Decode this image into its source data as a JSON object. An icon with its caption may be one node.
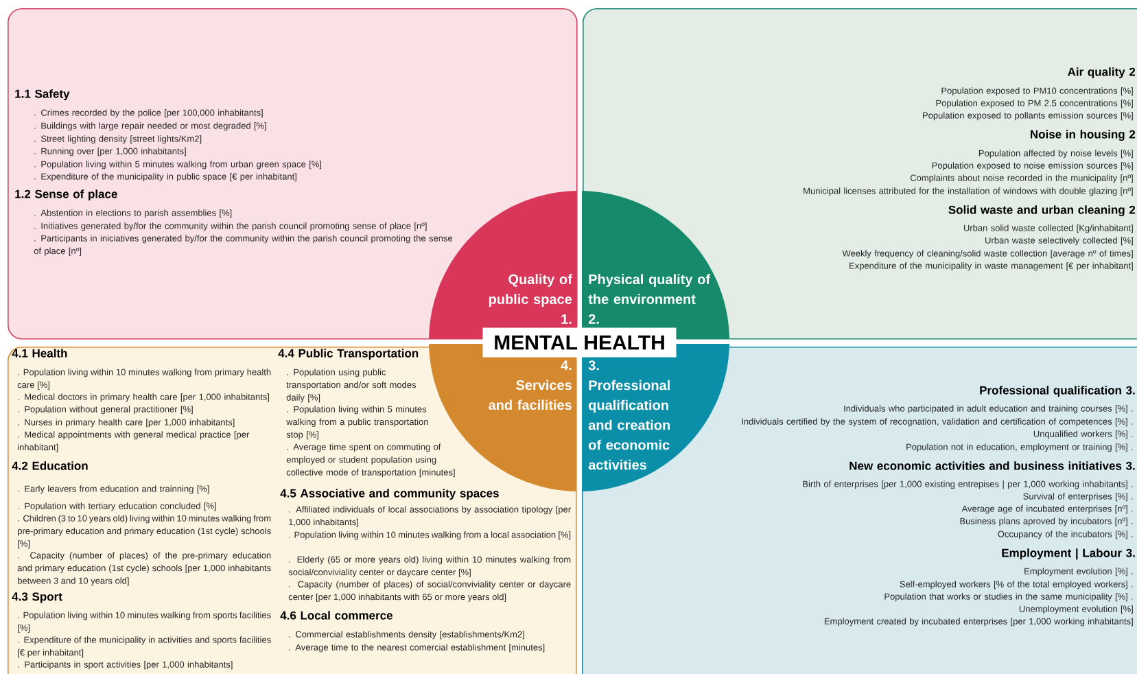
{
  "diagram": {
    "nodes": [
      {
        "text": [
          "1.1 Safety",
          ". Crimes recorded by the police [per 100,000 inhabitants]",
          ". Buildings with large repair needed or most degraded [%]",
          ". Street lighting density [street lights/Km2]",
          ". Running over [per 1,000 inhabitants]",
          ". Population living within 5 minutes walking from urban green space [%]",
          ". Expenditure of the municipality in public space [€ per inhabitant]",
          "1.2 Sense of place",
          ". Abstention in elections to parish assemblies [%]",
          ". Initiatives generated by/for the community within the parish council promoting sense of place [nº]",
          ". Participants in iniciatives generated by/for the community within the parish council promoting the sense of place [nº]"
        ]
      },
      {
        "text": [
          "Quality of public space",
          "1."
        ],
        "in": 0
      },
      {
        "text": [
          "Air quality 2",
          "Population exposed to PM10 concentrations [%]",
          "Population exposed to PM 2.5 concentrations [%]",
          "Population exposed to pollants emission sources [%]",
          "Noise in housing 2",
          "Population affected by noise levels [%]",
          "Population exposed to noise emission sources [%]",
          "Complaints about noise recorded in the municipality [nº]",
          "Municipal licenses attributed for the installation of windows with double glazing [nº]",
          "Solid waste and urban cleaning 2",
          "Urban solid waste collected [Kg/inhabitant]",
          "Urban waste selectively collected [%]",
          "Weekly frequency of cleaning/solid waste collection [average nº of times]",
          "Expenditure of the municipality in waste management [€ per inhabitant]"
        ]
      },
      {
        "text": [
          "Physical quality of the environment",
          "2."
        ],
        "in": 2
      },
      {
        "text": [
          "MENTAL HEALTH"
        ]
      },
      {
        "text": [
          "4.1 Health",
          ". Population living within 10 minutes walking from primary health care [%]",
          ". Medical doctors in primary health care [per 1,000 inhabitants]",
          ". Population without general practitioner [%]",
          ". Nurses in primary health care [per 1,000 inhabitants]",
          ". Medical appointments with general medical practice [per inhabitant]",
          "4.2 Education",
          ". Early leavers from education and trainning [%]",
          ". Population with tertiary education concluded [%]",
          ". Children (3 to 10 years old) living within 10 minutes walking from pre-primary education and primary education (1st cycle) schools [%]",
          ". Capacity (number of places) of the pre-primary education and primary education (1st cycle) schools [per 1,000 inhabitants between 3 and 10 years old]",
          "4.3 Sport",
          ". Population living within 10 minutes walking from sports facilities [%]",
          ". Expenditure of the municipality in activities and sports facilities [€ per inhabitant]",
          ". Participants in sport activities [per 1,000 inhabitants]",
          "4.4 Public Transportation",
          ". Population using public transportation and/or soft modes daily [%]",
          ". Population living within 5 minutes walking from a public transportation stop [%]",
          ". Average time spent on commuting of employed or student population using collective mode of transportation [minutes]",
          "4.5 Associative and community spaces",
          ". Affiliated individuals of local associations by association tipology [per 1,000 inhabitants]",
          ". Population living within 10 minutes walking from a local association [%]",
          ". Elderly (65 or more years old) living within 10 minutes walking from social/conviviality center or daycare center [%]",
          ". Capacity (number of places) of social/conviviality center or daycare center [per 1,000 inhabitants with 65 or more years old]",
          "4.6 Local commerce",
          ". Commercial establishments density [establishments/Km2]",
          ". Average time to the nearest comercial establishment [minutes]"
        ]
      },
      {
        "text": [
          "4.",
          "Services and facilities"
        ],
        "in": 5
      },
      {
        "text": [
          "Professional qualification 3.",
          "Individuals who participated in adult education and training courses [%] .",
          "Individuals certified by the system of recognation, validation and certification of competences [%] .",
          "Unqualified workers [%] .",
          "Population not in education, employment or training [%] .",
          "New economic activities and business initiatives 3.",
          "Birth of enterprises [per 1,000 existing entrepises | per 1,000 working inhabitants] .",
          "Survival of enterprises [%] .",
          "Average age of incubated enterprises [nº] .",
          "Business plans aproved by incubators [nº] .",
          "Occupancy of the incubators [%] .",
          "Employment | Labour 3.",
          "Employment evolution [%] .",
          "Self-employed workers [% of the total employed workers] .",
          "Population that works or studies in the same municipality [%] .",
          "Unemployment evolution [%]",
          "Employment created by incubated enterprises [per 1,000 working inhabitants]"
        ]
      },
      {
        "text": [
          "3.",
          "Professional qualification and creation of economic activities"
        ],
        "in": 7
      }
    ]
  }
}
